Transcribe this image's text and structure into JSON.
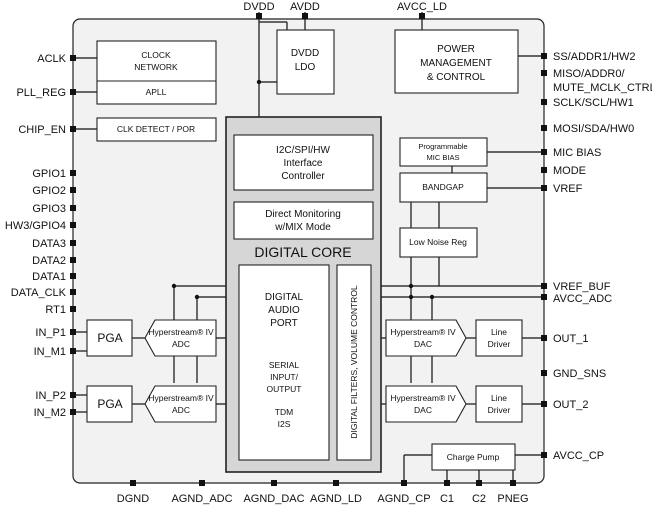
{
  "chip": {
    "top_pins": [
      "DVDD",
      "AVDD",
      "AVCC_LD"
    ],
    "left_pins": [
      "ACLK",
      "PLL_REG",
      "CHIP_EN",
      "GPIO1",
      "GPIO2",
      "GPIO3",
      "HW3/GPIO4",
      "DATA3",
      "DATA2",
      "DATA1",
      "DATA_CLK",
      "RT1",
      "IN_P1",
      "IN_M1",
      "IN_P2",
      "IN_M2"
    ],
    "right_pins": [
      "SS/ADDR1/HW2",
      "MISO/ADDR0/",
      "MUTE_MCLK_CTRL",
      "SCLK/SCL/HW1",
      "MOSI/SDA/HW0",
      "MIC BIAS",
      "MODE",
      "VREF",
      "VREF_BUF",
      "AVCC_ADC",
      "OUT_1",
      "GND_SNS",
      "OUT_2",
      "AVCC_CP"
    ],
    "bottom_pins": [
      "DGND",
      "AGND_ADC",
      "AGND_DAC",
      "AGND_LD",
      "AGND_CP",
      "C1",
      "C2",
      "PNEG"
    ]
  },
  "blocks": {
    "clock_network": [
      "CLOCK",
      "NETWORK"
    ],
    "apll": "APLL",
    "clk_detect": "CLK DETECT / POR",
    "dvdd_ldo": [
      "DVDD",
      "LDO"
    ],
    "power_mgmt": [
      "POWER",
      "MANAGEMENT",
      "& CONTROL"
    ],
    "i2c_if": [
      "I2C/SPI/HW",
      "Interface",
      "Controller"
    ],
    "direct_mon": [
      "Direct Monitoring",
      "w/MIX Mode"
    ],
    "digital_core": "DIGITAL CORE",
    "audio_port": [
      "DIGITAL",
      "AUDIO",
      "PORT"
    ],
    "serial": [
      "SERIAL",
      "INPUT/",
      "OUTPUT"
    ],
    "tdm": [
      "TDM",
      "I2S"
    ],
    "filters": "DIGITAL FILTERS, VOLUME CONTROL",
    "mic_bias": [
      "Programmable",
      "MIC BIAS"
    ],
    "bandgap": "BANDGAP",
    "low_noise_reg": "Low Noise Reg",
    "pga": "PGA",
    "adc": [
      "Hyperstream® IV",
      "ADC"
    ],
    "dac": [
      "Hyperstream® IV",
      "DAC"
    ],
    "line_driver": [
      "Line",
      "Driver"
    ],
    "charge_pump": "Charge Pump"
  }
}
